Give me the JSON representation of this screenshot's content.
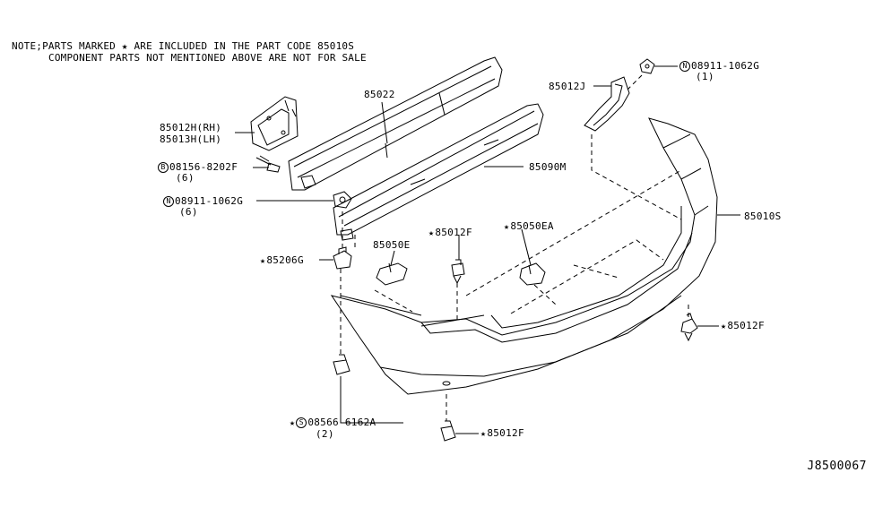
{
  "note": {
    "line1": "NOTE;PARTS MARKED ★ ARE INCLUDED IN THE PART CODE 85010S",
    "line2": "COMPONENT PARTS NOT MENTIONED ABOVE ARE NOT FOR SALE"
  },
  "labels": {
    "p85022": "85022",
    "p85012h": "85012H(RH)",
    "p85013h": "85013H(LH)",
    "b08156_circ": "B",
    "b08156": "08156-8202F",
    "b08156_qty": "(6)",
    "n08911l_circ": "N",
    "n08911l": "08911-1062G",
    "n08911l_qty": "(6)",
    "p85090m": "85090M",
    "p85012j": "85012J",
    "n08911r_circ": "N",
    "n08911r": "08911-1062G",
    "n08911r_qty": "(1)",
    "p85010s": "85010S",
    "p85206g_star": "★",
    "p85206g": "85206G",
    "p85050e": "85050E",
    "p85012f_a_star": "★",
    "p85012f_a": "85012F",
    "p85050ea_star": "★",
    "p85050ea": "85050EA",
    "p85012f_b_star": "★",
    "p85012f_b": "85012F",
    "s08566_star": "★",
    "s08566_circ": "S",
    "s08566": "08566-6162A",
    "s08566_qty": "(2)",
    "p85012f_c_star": "★",
    "p85012f_c": "85012F"
  },
  "diagram_code": "J8500067"
}
